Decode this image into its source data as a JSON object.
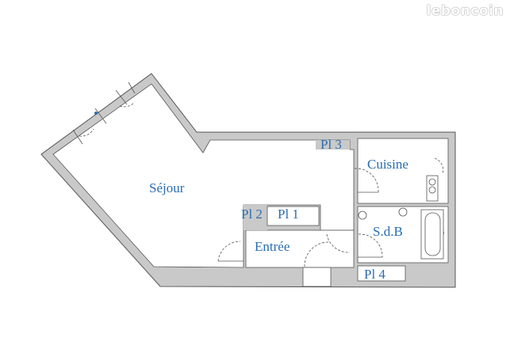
{
  "watermark": "leboncoin",
  "colors": {
    "label": "#2a6db0",
    "wall": "#c9c9c9",
    "line": "#555555"
  },
  "rooms": [
    {
      "id": "sejour",
      "label": "Séjour"
    },
    {
      "id": "cuisine",
      "label": "Cuisine"
    },
    {
      "id": "sdb",
      "label": "S.d.B"
    },
    {
      "id": "entree",
      "label": "Entrée"
    },
    {
      "id": "pl1",
      "label": "Pl 1"
    },
    {
      "id": "pl2",
      "label": "Pl 2"
    },
    {
      "id": "pl3",
      "label": "Pl 3"
    },
    {
      "id": "pl4",
      "label": "Pl 4"
    }
  ]
}
